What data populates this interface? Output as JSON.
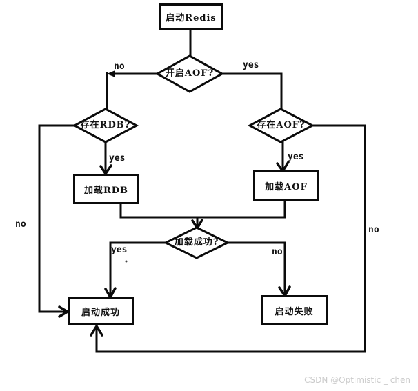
{
  "diagram": {
    "type": "flowchart",
    "topic": "Redis startup data loading flow",
    "nodes": {
      "start": {
        "label": "启动Redis",
        "shape": "rectangle"
      },
      "aof_enabled": {
        "label": "开启AOF?",
        "shape": "diamond"
      },
      "rdb_exists": {
        "label": "存在RDB?",
        "shape": "diamond"
      },
      "aof_exists": {
        "label": "存在AOF?",
        "shape": "diamond"
      },
      "load_rdb": {
        "label": "加载RDB",
        "shape": "rectangle"
      },
      "load_aof": {
        "label": "加载AOF",
        "shape": "rectangle"
      },
      "load_ok": {
        "label": "加载成功?",
        "shape": "diamond"
      },
      "start_ok": {
        "label": "启动成功",
        "shape": "rectangle"
      },
      "start_fail": {
        "label": "启动失败",
        "shape": "rectangle"
      }
    },
    "edge_labels": {
      "aof_enabled_no": "no",
      "aof_enabled_yes": "yes",
      "rdb_exists_yes": "yes",
      "rdb_exists_no": "no",
      "aof_exists_yes": "yes",
      "aof_exists_no": "no",
      "load_ok_yes": "yes",
      "load_ok_no": "no"
    },
    "edges": [
      {
        "from": "start",
        "to": "aof_enabled",
        "label": ""
      },
      {
        "from": "aof_enabled",
        "to": "rdb_exists",
        "label": "no"
      },
      {
        "from": "aof_enabled",
        "to": "aof_exists",
        "label": "yes"
      },
      {
        "from": "rdb_exists",
        "to": "load_rdb",
        "label": "yes"
      },
      {
        "from": "rdb_exists",
        "to": "start_ok",
        "label": "no"
      },
      {
        "from": "aof_exists",
        "to": "load_aof",
        "label": "yes"
      },
      {
        "from": "aof_exists",
        "to": "start_ok",
        "label": "no"
      },
      {
        "from": "load_rdb",
        "to": "load_ok",
        "label": ""
      },
      {
        "from": "load_aof",
        "to": "load_ok",
        "label": ""
      },
      {
        "from": "load_ok",
        "to": "start_ok",
        "label": "yes"
      },
      {
        "from": "load_ok",
        "to": "start_fail",
        "label": "no"
      }
    ],
    "colors": {
      "stroke": "#0b0b0b",
      "background": "#ffffff",
      "watermark": "#cbcbcb"
    }
  },
  "watermark": {
    "text": "CSDN @Optimistic _ chen"
  }
}
